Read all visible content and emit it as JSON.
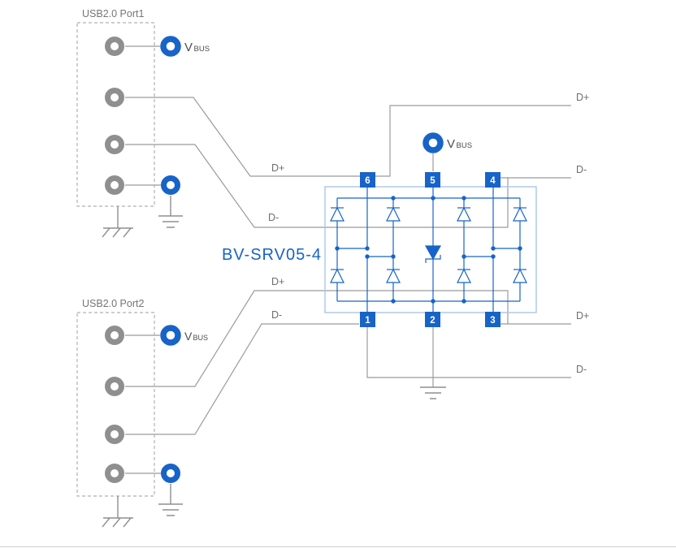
{
  "colors": {
    "accent_blue": "#1763c8",
    "wire_gray": "#9b9b9b",
    "connector_gray": "#8f8f8f",
    "chip_outline_blue": "#a8c6e6",
    "label_gray": "#6e6e6e"
  },
  "port1": {
    "label": "USB2.0 Port1",
    "vbus": {
      "v": "V",
      "sub": "BUS"
    },
    "d_plus": "D+",
    "d_minus": "D-"
  },
  "port2": {
    "label": "USB2.0 Port2",
    "vbus": {
      "v": "V",
      "sub": "BUS"
    },
    "d_plus": "D+",
    "d_minus": "D-"
  },
  "chip": {
    "part_number": "BV-SRV05-4",
    "vbus": {
      "v": "V",
      "sub": "BUS"
    },
    "pins": {
      "pin1": "1",
      "pin2": "2",
      "pin3": "3",
      "pin4": "4",
      "pin5": "5",
      "pin6": "6"
    }
  },
  "outputs": {
    "top_d_plus": "D+",
    "top_d_minus": "D-",
    "bottom_d_plus": "D+",
    "bottom_d_minus": "D-"
  }
}
